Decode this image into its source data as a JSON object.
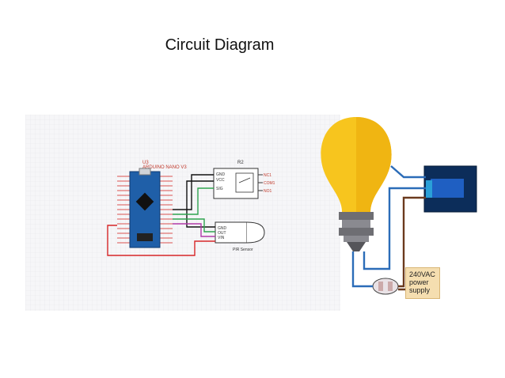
{
  "title": "Circuit Diagram",
  "schematic": {
    "nano_ref": "U3",
    "nano_name": "ARDUINO NANO V3",
    "relay_ref": "R2",
    "relay_pins": [
      "GND",
      "VCC",
      "SIG"
    ],
    "relay_outputs": [
      "NC1",
      "COM1",
      "NO1"
    ],
    "pir_pins": [
      "GND",
      "OUT",
      "VIN"
    ],
    "pir_label": "PIR Sensor"
  },
  "illustration": {
    "supply_label": "240VAC power supply",
    "colors": {
      "bulb": "#f7c51e",
      "relay": "#0c2d5a",
      "wire_blue": "#2b6cb8",
      "wire_brown": "#6b3a1e"
    }
  }
}
